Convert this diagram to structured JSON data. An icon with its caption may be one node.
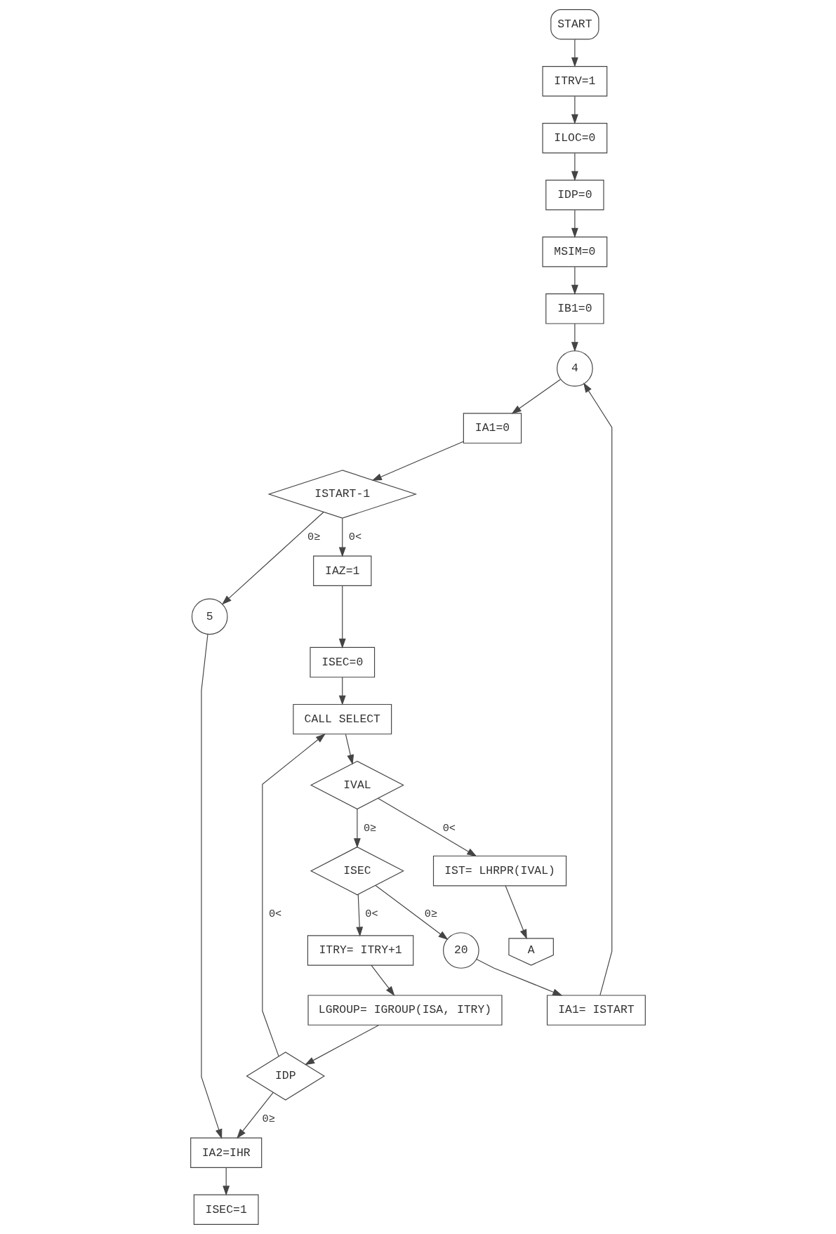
{
  "diagram": {
    "nodes": [
      {
        "text": [
          "START"
        ]
      },
      {
        "text": [
          "ITRV=1"
        ]
      },
      {
        "text": [
          "ILOC=0"
        ]
      },
      {
        "text": [
          "IDP=0"
        ]
      },
      {
        "text": [
          "MSIM=0"
        ]
      },
      {
        "text": [
          "4"
        ]
      },
      {
        "text": [
          "IA1=0"
        ]
      },
      {
        "text": [
          "IB1=0"
        ]
      },
      {
        "text": [
          "5"
        ]
      },
      {
        "text": [
          "ISTART-1"
        ]
      },
      {
        "text": [
          "IA2=IHR"
        ]
      },
      {
        "text": [
          "IAZ=1"
        ]
      },
      {
        "text": [
          "ISEC=0"
        ]
      },
      {
        "text": [
          "ISEC=1"
        ]
      },
      {
        "text": [
          "CALL SELECT"
        ]
      },
      {
        "text": [
          "ISEC"
        ]
      },
      {
        "text": [
          "IVAL"
        ]
      },
      {
        "text": [
          "IST= LHRPR(IVAL)"
        ]
      },
      {
        "text": [
          "20"
        ]
      },
      {
        "text": [
          "ITRY= ITRY+1"
        ]
      },
      {
        "text": [
          "LGROUP= IGROUP(ISA, ITRY)"
        ]
      },
      {
        "text": [
          "A"
        ]
      },
      {
        "text": [
          "IDP"
        ]
      },
      {
        "text": [
          "IA1= ISTART"
        ]
      }
    ],
    "edges": [
      {
        "from": 0,
        "to": 1,
        "arrow": "to"
      },
      {
        "from": 1,
        "to": 2,
        "arrow": "to"
      },
      {
        "from": 2,
        "to": 3,
        "arrow": "to"
      },
      {
        "from": 3,
        "to": 4,
        "arrow": "to"
      },
      {
        "from": 4,
        "to": 7,
        "arrow": "to"
      },
      {
        "from": 7,
        "to": 5,
        "arrow": "to"
      },
      {
        "from": 5,
        "to": 6,
        "arrow": "to"
      },
      {
        "from": 6,
        "to": 9,
        "arrow": "to"
      },
      {
        "from": 9,
        "to": 11,
        "arrow": "to",
        "label": "0<"
      },
      {
        "from": 9,
        "to": 8,
        "arrow": "to",
        "label": "0≥"
      },
      {
        "from": 8,
        "to": 10,
        "arrow": "to"
      },
      {
        "from": 10,
        "to": 13,
        "arrow": "to"
      },
      {
        "from": 11,
        "to": 12,
        "arrow": "to"
      },
      {
        "from": 12,
        "to": 14,
        "arrow": "to"
      },
      {
        "from": 14,
        "to": 16,
        "arrow": "to"
      },
      {
        "from": 16,
        "to": 15,
        "arrow": "to",
        "label": "0≥"
      },
      {
        "from": 16,
        "to": 17,
        "arrow": "to",
        "label": "0<"
      },
      {
        "from": 17,
        "to": 21,
        "arrow": "to"
      },
      {
        "from": 15,
        "to": 19,
        "arrow": "to",
        "label": "0<"
      },
      {
        "from": 15,
        "to": 18,
        "arrow": "to",
        "label": "0≥"
      },
      {
        "from": 18,
        "to": 23,
        "arrow": "to"
      },
      {
        "from": 19,
        "to": 20,
        "arrow": "to"
      },
      {
        "from": 20,
        "to": 22,
        "arrow": "to"
      },
      {
        "from": 22,
        "to": 10,
        "arrow": "to",
        "label": "0≥"
      },
      {
        "from": 22,
        "to": 14,
        "arrow": "to",
        "label": "0<"
      },
      {
        "from": 23,
        "to": 5,
        "arrow": "to"
      }
    ]
  }
}
